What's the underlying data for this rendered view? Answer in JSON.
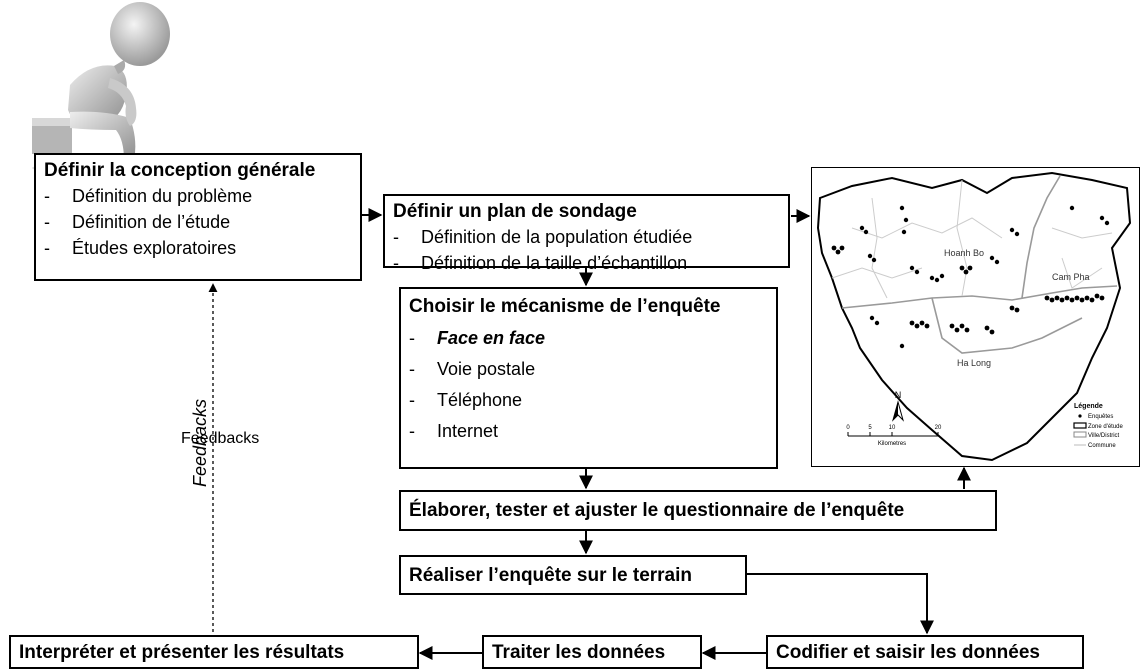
{
  "boxes": {
    "conception": {
      "title": "Définir la conception générale",
      "items": [
        "Définition du problème",
        "Définition de l’étude",
        "Études exploratoires"
      ]
    },
    "plan": {
      "title": "Définir un plan de sondage",
      "items": [
        "Définition de la population étudiée",
        "Définition de la taille d’échantillon"
      ]
    },
    "mecanisme": {
      "title": "Choisir le mécanisme de l’enquête",
      "items": [
        "Face en face",
        "Voie postale",
        "Téléphone",
        "Internet"
      ]
    },
    "questionnaire": {
      "title": "Élaborer, tester et ajuster le questionnaire de l’enquête"
    },
    "terrain": {
      "title": "Réaliser l’enquête sur le terrain"
    },
    "codifier": {
      "title": "Codifier et saisir les données"
    },
    "traiter": {
      "title": "Traiter les données"
    },
    "interpreter": {
      "title": "Interpréter et présenter les résultats"
    }
  },
  "feedback_label": "Feedbacks",
  "dash": "-",
  "map": {
    "regions": [
      "Hoanh Bo",
      "Cam Pha",
      "Ha Long"
    ],
    "north": "N",
    "scale_ticks": [
      "0",
      "5",
      "10",
      "20"
    ],
    "scale_unit": "Kilometres",
    "legend_title": "Légende",
    "legend_items": [
      "Enquêtes",
      "Zone d'étude",
      "Ville/District",
      "Commune"
    ]
  }
}
